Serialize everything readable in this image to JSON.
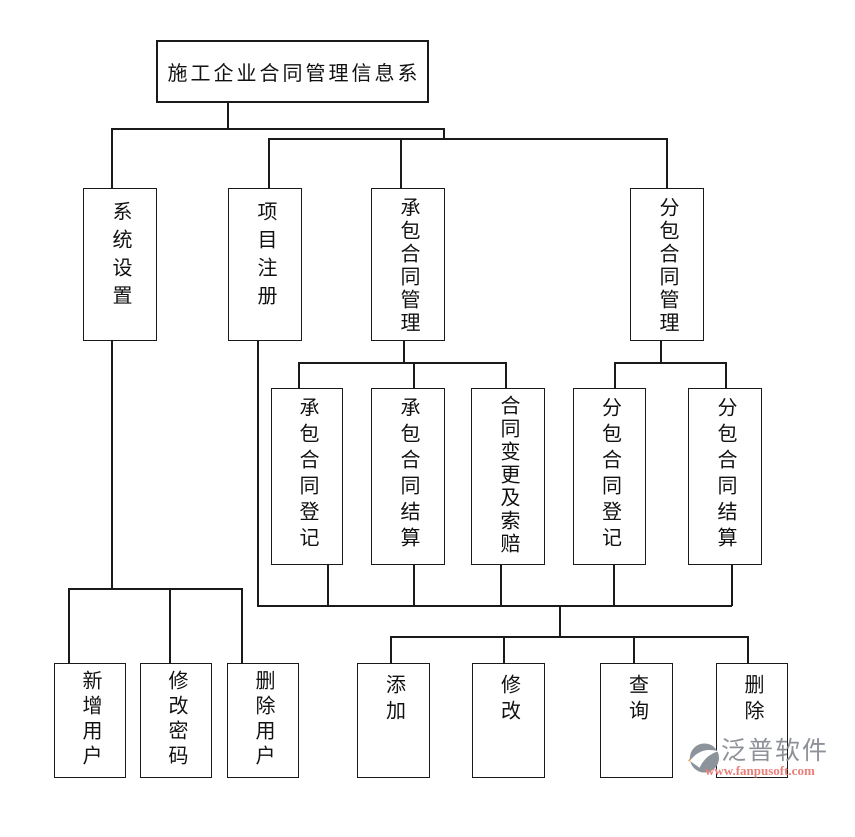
{
  "page": {
    "background": "#ffffff",
    "line_color": "#1a1a1a",
    "text_color": "#111111"
  },
  "diagram": {
    "root": {
      "label": "施工企业合同管理信息系"
    },
    "level2": [
      {
        "label": "系统设置"
      },
      {
        "label": "项目注册"
      },
      {
        "label": "承包合同管理"
      },
      {
        "label": "分包合同管理"
      }
    ],
    "level3": [
      {
        "label": "承包合同登记"
      },
      {
        "label": "承包合同结算"
      },
      {
        "label": "合同变更及索赔"
      },
      {
        "label": "分包合同登记"
      },
      {
        "label": "分包合同结算"
      }
    ],
    "level4_left": [
      {
        "label": "新增用户"
      },
      {
        "label": "修改密码"
      },
      {
        "label": "删除用户"
      }
    ],
    "level4_right": [
      {
        "label": "添加"
      },
      {
        "label": "修改"
      },
      {
        "label": "查询"
      },
      {
        "label": "删除"
      }
    ]
  },
  "watermark": {
    "brand": "泛普软件",
    "url": "www.fanpusoft.com",
    "brand_color": "#8e9298",
    "url_color": "#e87f78",
    "logo_gray": "#8d939b",
    "logo_orange": "#e8a33d"
  }
}
